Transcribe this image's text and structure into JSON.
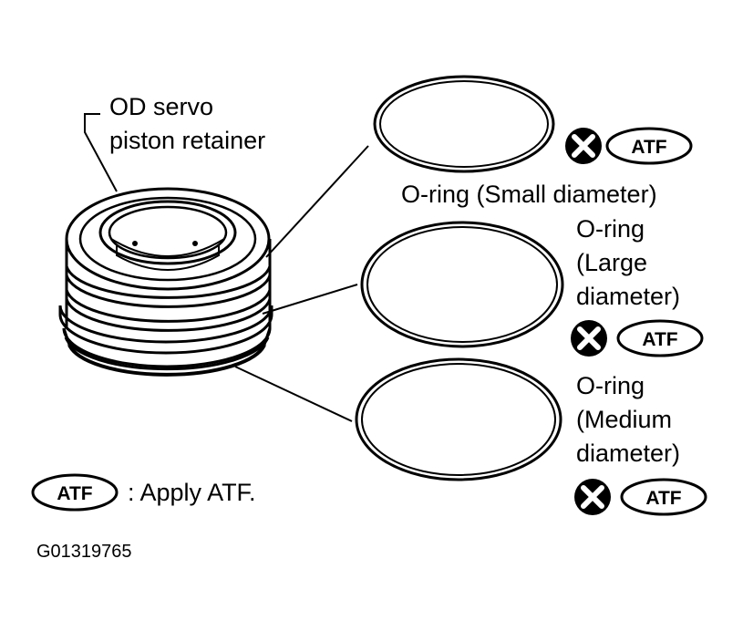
{
  "retainer_label": {
    "line1": "OD servo",
    "line2": "piston retainer"
  },
  "small_ring_label": "O-ring (Small diameter)",
  "large_ring_label": {
    "line1": "O-ring",
    "line2": "(Large",
    "line3": "diameter)"
  },
  "medium_ring_label": {
    "line1": "O-ring",
    "line2": "(Medium",
    "line3": "diameter)"
  },
  "badge_text": "ATF",
  "legend_text": ": Apply ATF.",
  "figure_code": "G01319765"
}
